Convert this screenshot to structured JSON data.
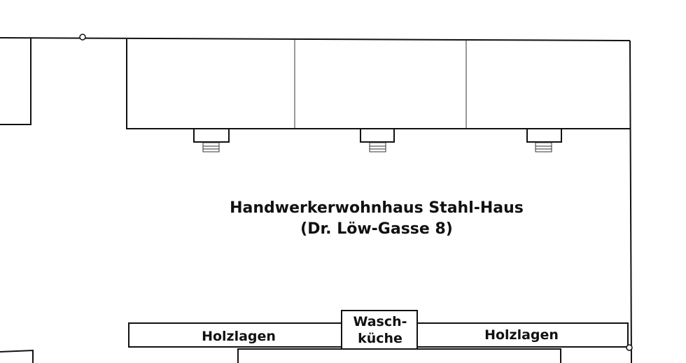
{
  "title": {
    "line1": "Handwerkerwohnhaus Stahl-Haus",
    "line2": "(Dr. Löw-Gasse 8)"
  },
  "rooms": {
    "storage_left": "Holzlagen",
    "laundry_line1": "Wasch-",
    "laundry_line2": "küche",
    "storage_right": "Holzlagen"
  }
}
